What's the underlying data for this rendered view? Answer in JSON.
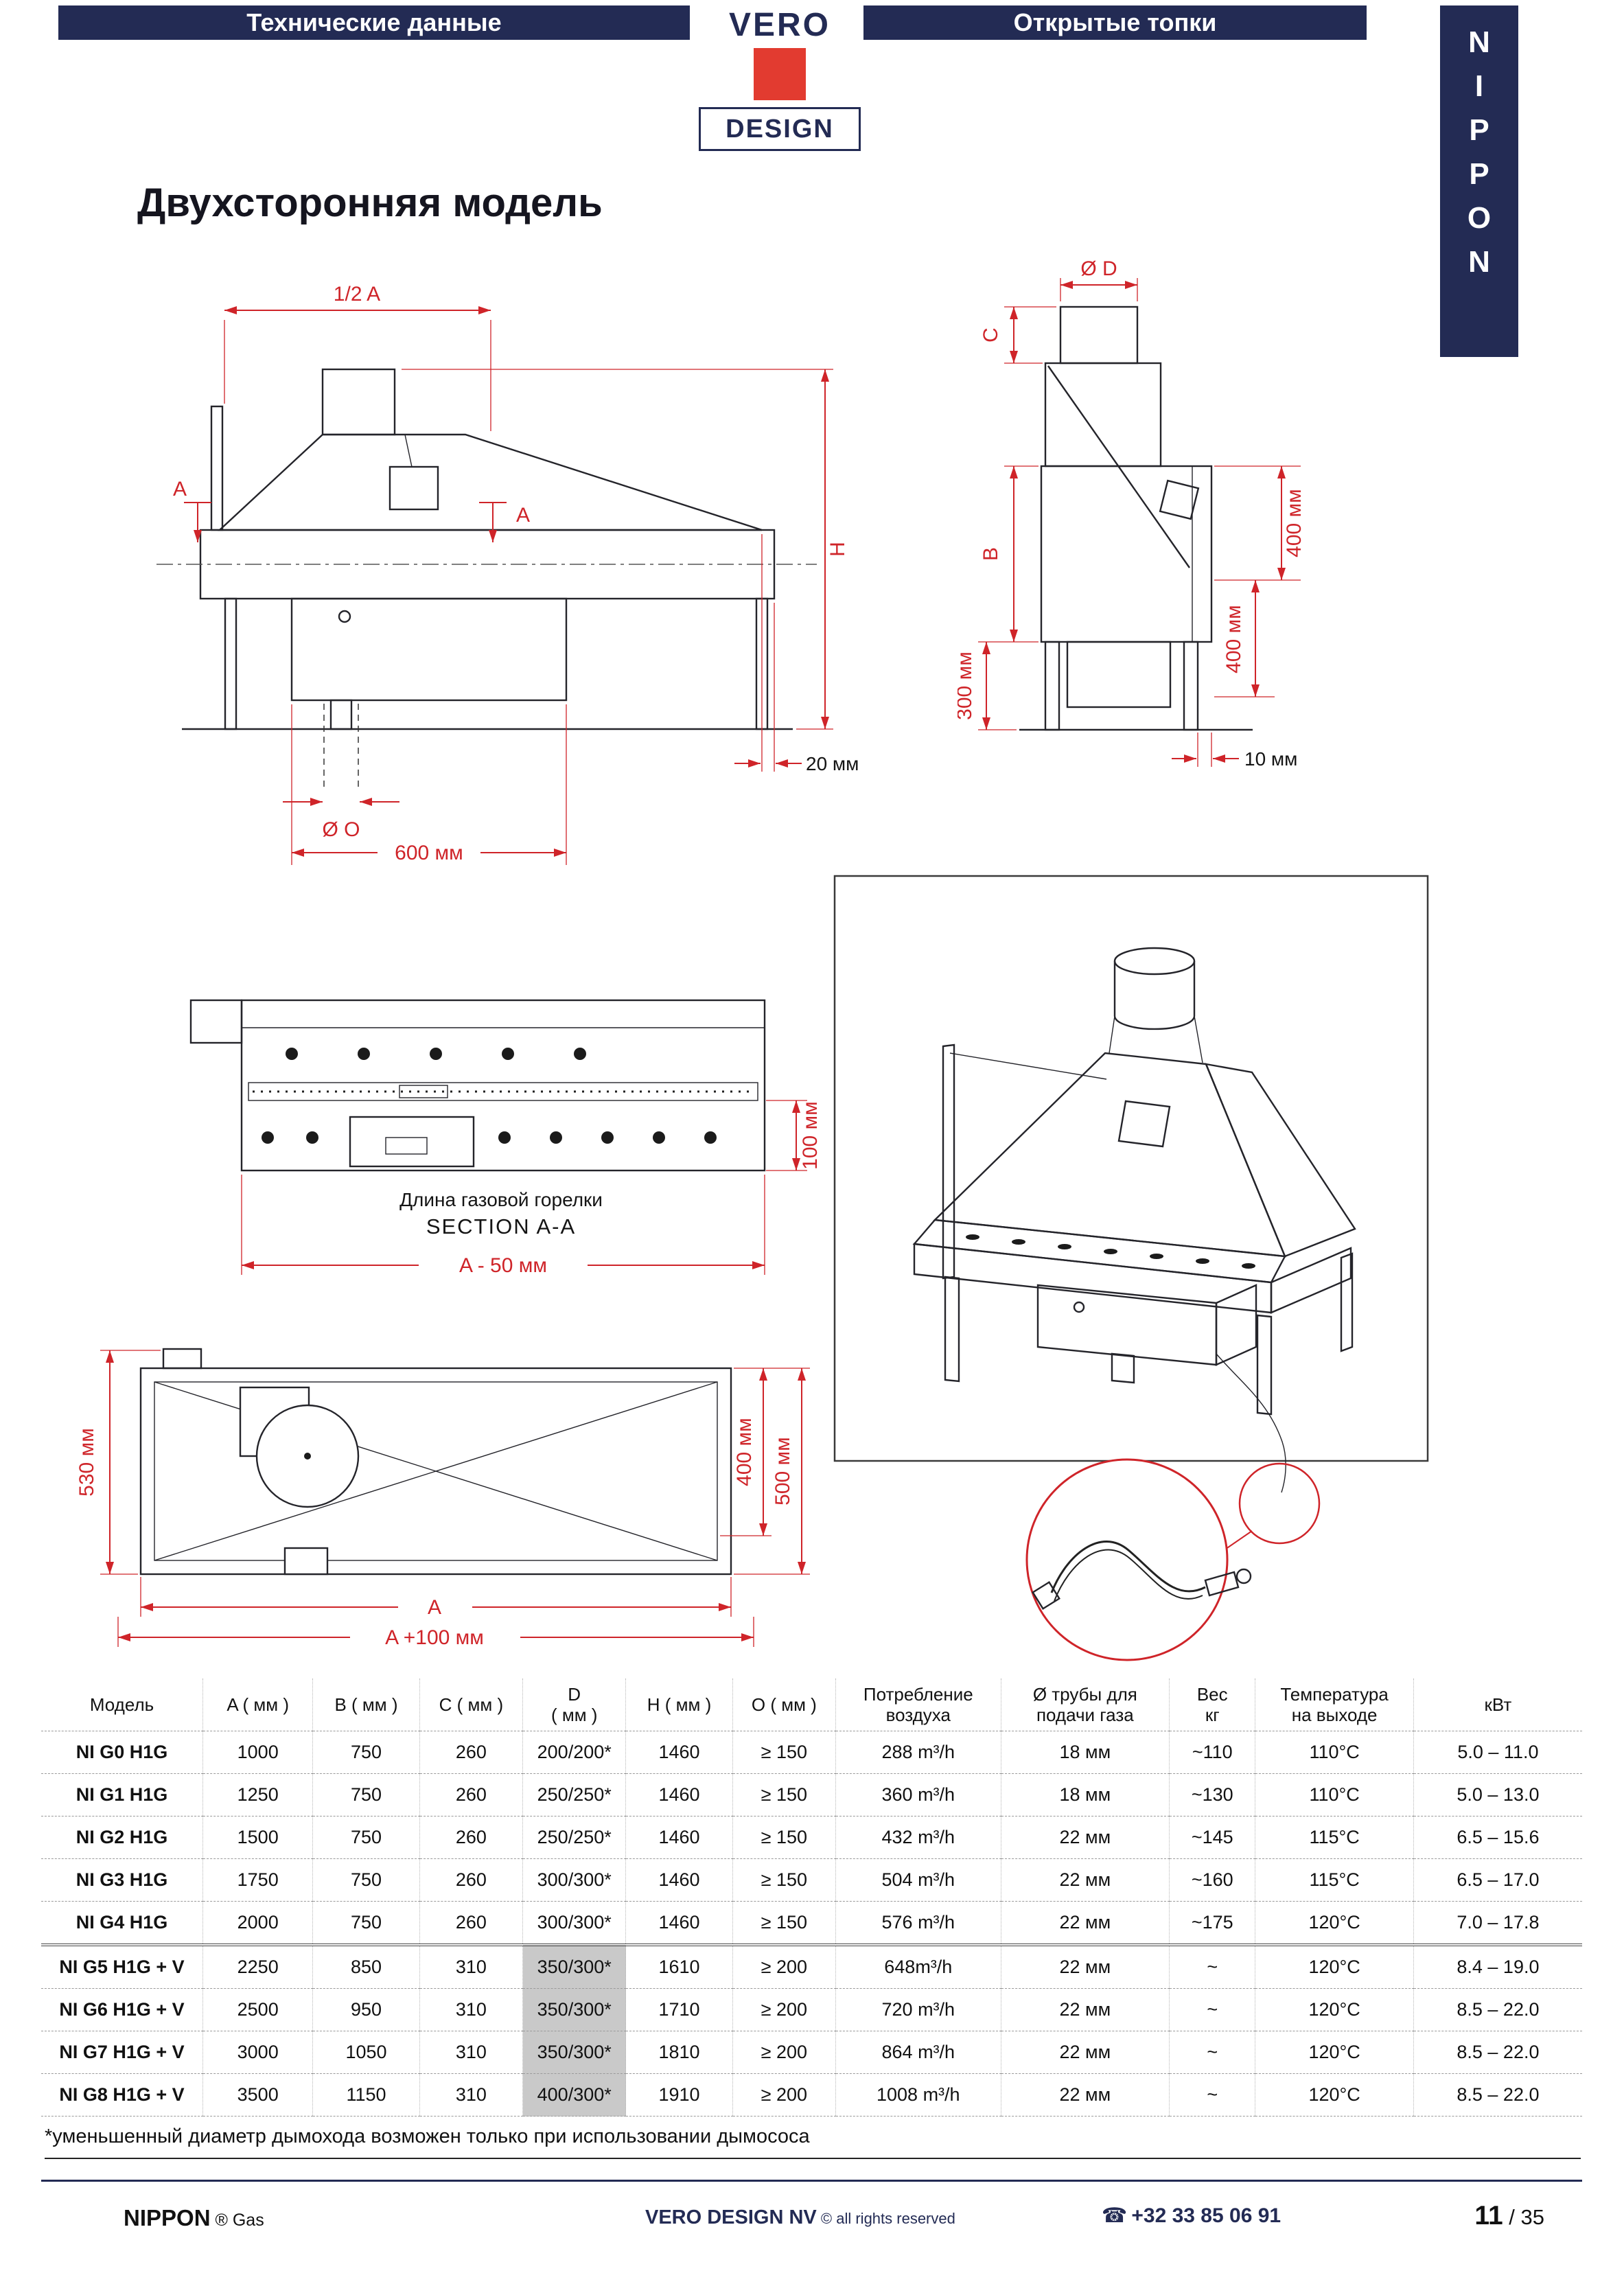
{
  "header": {
    "left_banner": "Технические данные",
    "right_banner": "Открытые топки",
    "logo_top": "VERO",
    "logo_bottom": "DESIGN"
  },
  "sidebar": {
    "letters": [
      "N",
      "I",
      "P",
      "P",
      "O",
      "N"
    ]
  },
  "title": "Двухсторонняя модель",
  "drawings": {
    "front": {
      "dim_half_a": "1/2 A",
      "section_a_left": "A",
      "section_a_right": "A",
      "dim_h": "H",
      "dim_20": "20 мм",
      "dim_o": "Ø O",
      "dim_600": "600 мм"
    },
    "side": {
      "dim_d": "Ø D",
      "dim_c": "C",
      "dim_b": "B",
      "dim_400_top": "400 мм",
      "dim_400_bottom": "400 мм",
      "dim_300": "300 мм",
      "dim_10": "10 мм"
    },
    "section": {
      "dim_100": "100 мм",
      "burner_caption": "Длина газовой горелки",
      "section_caption": "SECTION A-A",
      "dim_a50": "A - 50 мм"
    },
    "top": {
      "dim_530": "530 мм",
      "dim_400": "400 мм",
      "dim_500": "500 мм",
      "dim_a": "A",
      "dim_a100": "A +100 мм"
    }
  },
  "table": {
    "headers": [
      "Модель",
      "A ( мм )",
      "B ( мм )",
      "C ( мм )",
      "D\n( мм )",
      "H ( мм )",
      "O ( мм )",
      "Потребление\nвоздуха",
      "Ø трубы для\nподачи газа",
      "Вес\nкг",
      "Температура\nна выходе",
      "кВт"
    ],
    "rows": [
      {
        "cells": [
          "NI G0 H1G",
          "1000",
          "750",
          "260",
          "200/200*",
          "1460",
          "≥ 150",
          "288 m³/h",
          "18 мм",
          "~110",
          "110°C",
          "5.0 – 11.0"
        ]
      },
      {
        "cells": [
          "NI G1 H1G",
          "1250",
          "750",
          "260",
          "250/250*",
          "1460",
          "≥ 150",
          "360 m³/h",
          "18 мм",
          "~130",
          "110°C",
          "5.0 – 13.0"
        ]
      },
      {
        "cells": [
          "NI G2 H1G",
          "1500",
          "750",
          "260",
          "250/250*",
          "1460",
          "≥ 150",
          "432 m³/h",
          "22 мм",
          "~145",
          "115°C",
          "6.5 – 15.6"
        ]
      },
      {
        "cells": [
          "NI G3 H1G",
          "1750",
          "750",
          "260",
          "300/300*",
          "1460",
          "≥ 150",
          "504 m³/h",
          "22 мм",
          "~160",
          "115°C",
          "6.5 – 17.0"
        ]
      },
      {
        "cells": [
          "NI G4 H1G",
          "2000",
          "750",
          "260",
          "300/300*",
          "1460",
          "≥ 150",
          "576 m³/h",
          "22 мм",
          "~175",
          "120°C",
          "7.0 – 17.8"
        ]
      },
      {
        "cells": [
          "NI G5 H1G + V",
          "2250",
          "850",
          "310",
          "350/300*",
          "1610",
          "≥ 200",
          "648m³/h",
          "22 мм",
          "~",
          "120°C",
          "8.4 – 19.0"
        ]
      },
      {
        "cells": [
          "NI G6 H1G + V",
          "2500",
          "950",
          "310",
          "350/300*",
          "1710",
          "≥ 200",
          "720 m³/h",
          "22 мм",
          "~",
          "120°C",
          "8.5 – 22.0"
        ]
      },
      {
        "cells": [
          "NI G7 H1G + V",
          "3000",
          "1050",
          "310",
          "350/300*",
          "1810",
          "≥ 200",
          "864 m³/h",
          "22 мм",
          "~",
          "120°C",
          "8.5 – 22.0"
        ]
      },
      {
        "cells": [
          "NI G8 H1G + V",
          "3500",
          "1150",
          "310",
          "400/300*",
          "1910",
          "≥ 200",
          "1008 m³/h",
          "22 мм",
          "~",
          "120°C",
          "8.5 – 22.0"
        ]
      }
    ],
    "footnote": "*уменьшенный диаметр дымохода возможен только при использовании дымососа"
  },
  "footer": {
    "brand": "NIPPON",
    "brand_suffix": "® Gas",
    "company": "VERO DESIGN NV",
    "rights": "© all rights reserved",
    "phone_icon": "☎",
    "phone": "+32 33 85 06 91",
    "page_current": "11",
    "page_total": "/ 35"
  },
  "colors": {
    "navy": "#232b54",
    "red": "#cf2429",
    "logo_red": "#e23b30",
    "highlight_gray": "#c9c9c9"
  }
}
